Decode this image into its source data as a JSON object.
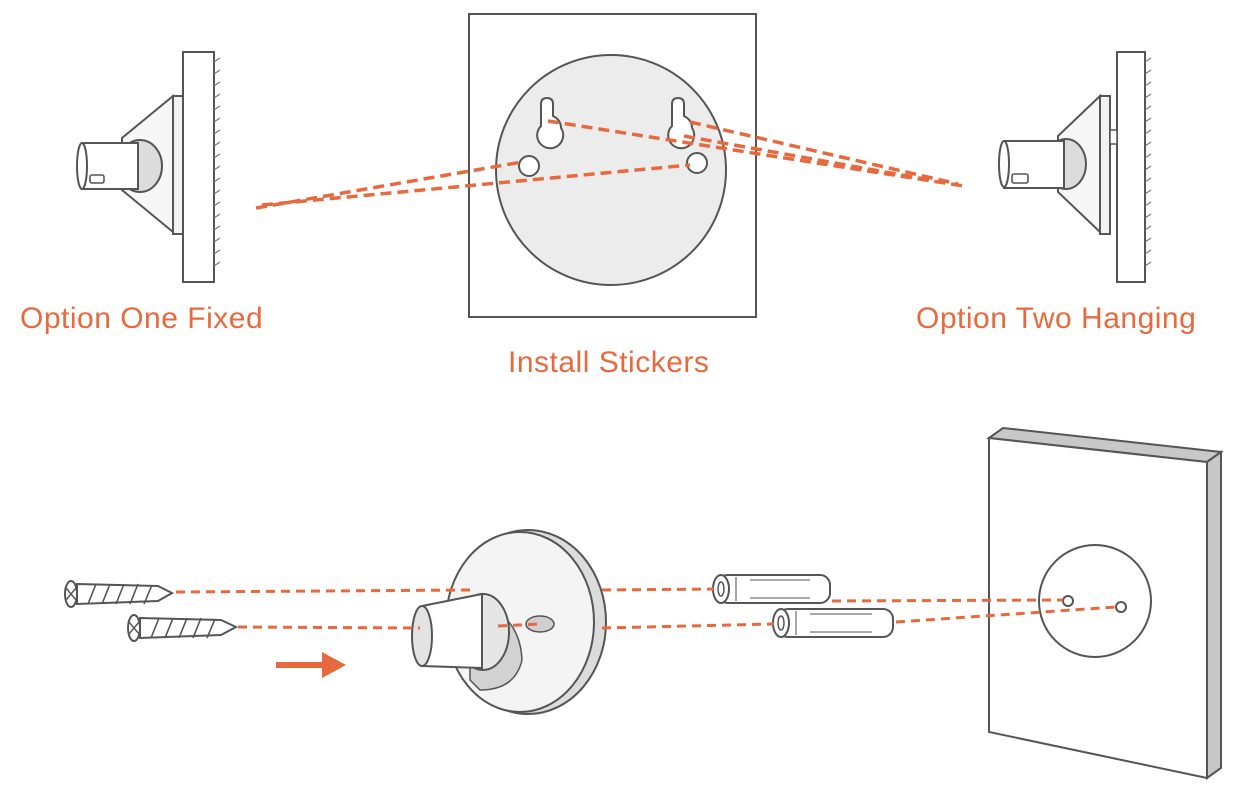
{
  "labels": {
    "option_one": "Option One  Fixed",
    "install_stickers": "Install Stickers",
    "option_two": "Option Two  Hanging"
  },
  "colors": {
    "accent": "#e8693d",
    "line": "#555555",
    "fill": "#eeeeee",
    "wall_edge": "#c8c8c8"
  },
  "icons": [
    "camera-mount-icon",
    "screw-icon",
    "wall-anchor-icon",
    "direction-arrow-icon",
    "wall-panel-icon",
    "sticker-plate-icon"
  ]
}
